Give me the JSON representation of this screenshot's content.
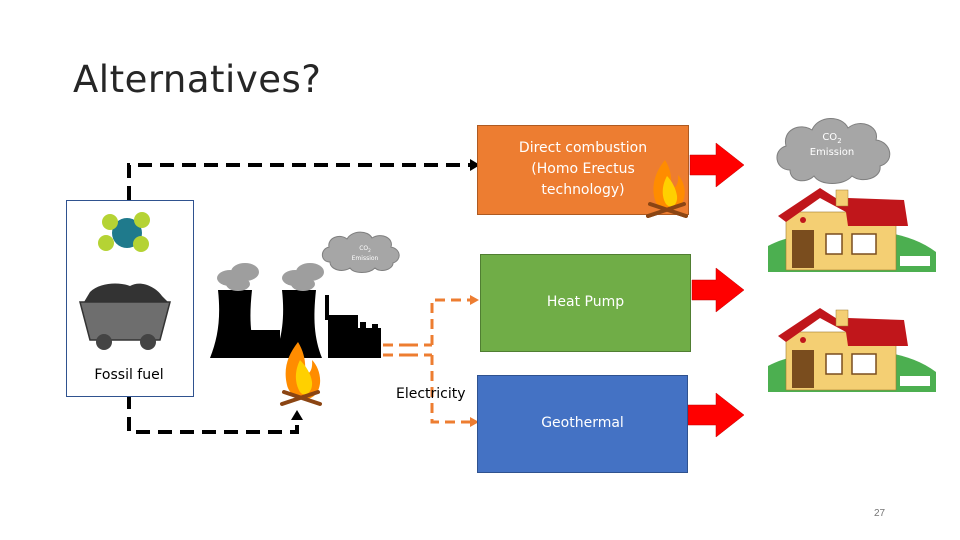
{
  "slide": {
    "title": "Alternatives?",
    "page_number": "27"
  },
  "boxes": {
    "direct_combustion": "Direct combustion (Homo Erectus technology)",
    "heat_pump": "Heat Pump",
    "geothermal": "Geothermal",
    "fossil_fuel": "Fossil fuel"
  },
  "labels": {
    "electricity": "Electricity"
  },
  "clouds": {
    "large": {
      "co": "CO",
      "sub": "2",
      "emission": "Emission"
    },
    "small": {
      "co": "CO",
      "sub": "2",
      "emission": "Emission"
    }
  },
  "colors": {
    "direct_box": "#ed7d31",
    "heat_box": "#70ad47",
    "geo_box": "#4472c4",
    "arrow_red": "#ff0000",
    "dash_orange": "#ed7d31",
    "cloud_gray": "#a6a6a6"
  }
}
